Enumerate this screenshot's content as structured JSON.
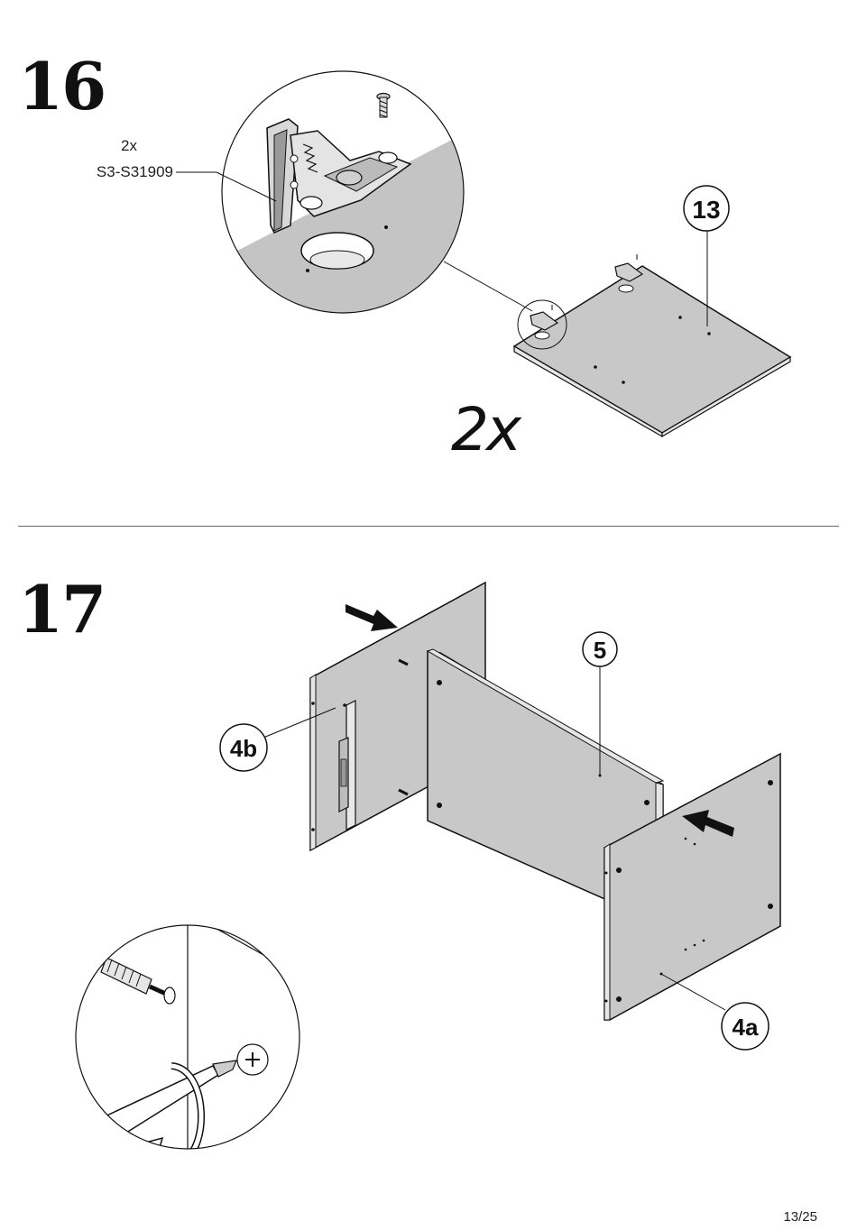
{
  "step16": {
    "number": "16",
    "hardware_quantity": "2x",
    "hardware_code": "S3-S31909",
    "part_number": "13",
    "repeat_label": "2x"
  },
  "step17": {
    "number": "17",
    "parts": [
      "4b",
      "5",
      "4a"
    ]
  },
  "footer": {
    "page": "13/25"
  },
  "colors": {
    "panel_fill": "#c8c8c8",
    "panel_edge": "#e6e6e6",
    "line": "#111111",
    "divider": "#666666"
  }
}
